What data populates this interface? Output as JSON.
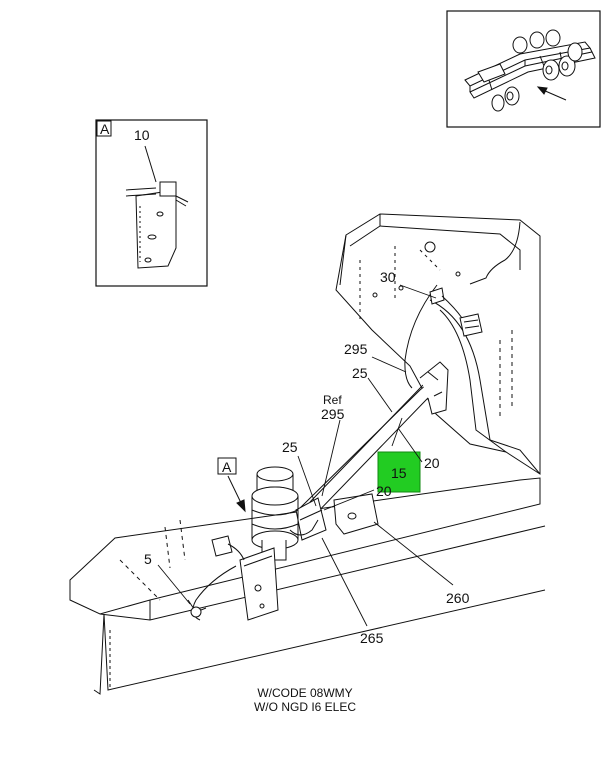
{
  "diagram": {
    "callouts": {
      "c10": "10",
      "c30": "30",
      "c295a": "295",
      "c25a": "25",
      "ref": "Ref",
      "c295b": "295",
      "c20a": "20",
      "c15": "15",
      "c25b": "25",
      "c20b": "20",
      "c5": "5",
      "c260": "260",
      "c265": "265",
      "detailA_tag": "A",
      "viewA_tag": "A"
    },
    "highlight_color": "#22cc22",
    "caption_line1": "W/CODE 08WMY",
    "caption_line2": "W/O NGD I6 ELEC"
  }
}
